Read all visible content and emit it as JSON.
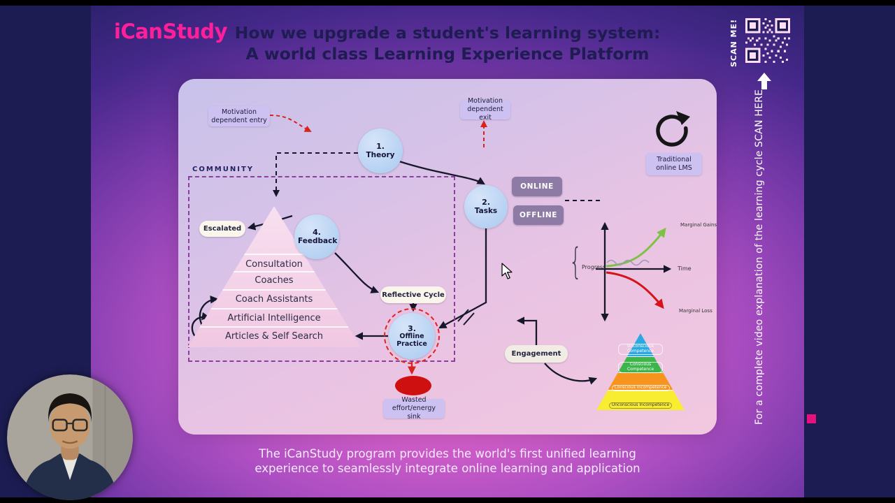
{
  "colors": {
    "accent_pink": "#ff1f9b",
    "node_blue": "#b8d4f2",
    "label_lavender": "#ccc1f1",
    "gain_green": "#7dc242",
    "loss_red": "#d6131a"
  },
  "header": {
    "logo": "iCanStudy",
    "title_line1": "How we upgrade a student's learning system:",
    "title_line2": "A world class Learning Experience Platform",
    "scan_me": "SCAN ME!"
  },
  "side_note": {
    "text": "For a complete video explanation of the learning cycle SCAN HERE"
  },
  "footer": {
    "caption_line1": "The iCanStudy program provides the world's first unified learning",
    "caption_line2": "experience to seamlessly integrate online learning and application"
  },
  "diagram": {
    "labels": {
      "motivation_entry": "Motivation dependent entry",
      "motivation_exit": "Motivation dependent exit",
      "community": "COMMUNITY",
      "escalated": "Escalated",
      "reflective_cycle": "Reflective Cycle",
      "wasted_sink": "Wasted effort/energy sink",
      "engagement": "Engagement",
      "traditional_lms": "Traditional online LMS",
      "online": "ONLINE",
      "offline": "OFFLINE"
    },
    "nodes": {
      "n1": {
        "num": "1.",
        "label": "Theory"
      },
      "n2": {
        "num": "2.",
        "label": "Tasks"
      },
      "n3": {
        "num": "3.",
        "label": "Offline Practice"
      },
      "n4": {
        "num": "4.",
        "label": "Feedback"
      }
    },
    "support_pyramid": {
      "layers": [
        "Consultation",
        "Coaches",
        "Coach Assistants",
        "Artificial Intelligence",
        "Articles & Self Search"
      ]
    },
    "graph": {
      "y_label": "Progress",
      "x_label": "Time",
      "gain_label": "Marginal Gains",
      "loss_label": "Marginal Loss"
    },
    "competence_pyramid": {
      "layers": [
        {
          "label": "Unconscious Competence",
          "color": "#2aa8e0"
        },
        {
          "label": "Conscious Competence",
          "color": "#3cb54a"
        },
        {
          "label": "Conscious Incompetence",
          "color": "#f7941d"
        },
        {
          "label": "Unconscious Incompetence",
          "color": "#f9ed32"
        }
      ]
    }
  }
}
